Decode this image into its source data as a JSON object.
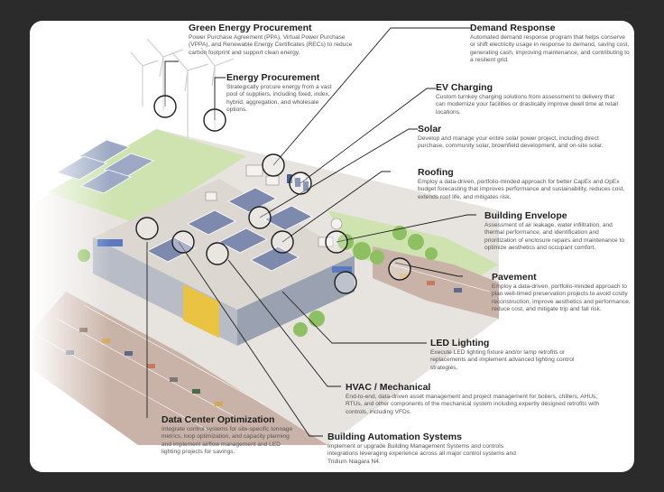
{
  "colors": {
    "page_bg": "#2b2b2b",
    "card_bg": "#ffffff",
    "title": "#1f1f1f",
    "body": "#555555",
    "accent_yellow": "#e9c341"
  },
  "callouts": {
    "green_energy": {
      "title": "Green Energy Procurement",
      "text": "Power Purchase Agreement (PPA), Virtual Power Purchase (VPPA), and Renewable Energy Certificates (RECs) to reduce carbon footprint and support clean energy."
    },
    "energy_procurement": {
      "title": "Energy Procurement",
      "text": "Strategically procure energy from a vast pool of suppliers, including fixed, index, hybrid, aggregation, and wholesale options."
    },
    "demand_response": {
      "title": "Demand Response",
      "text": "Automated demand response program that helps conserve or shift electricity usage in response to demand, saving cost, generating cash, improving maintenance, and contributing to a resilient grid."
    },
    "ev_charging": {
      "title": "EV Charging",
      "text": "Custom turnkey charging solutions from assessment to delivery that can modernize your facilities or drastically improve dwell time at retail locations."
    },
    "solar": {
      "title": "Solar",
      "text": "Develop and manage your entire solar power project, including direct purchase, community solar, brownfield development, and on-site solar."
    },
    "roofing": {
      "title": "Roofing",
      "text": "Employ a data-driven, portfolio-minded approach for better CapEx and OpEx budget forecasting that improves performance and sustainability, reduces cost, extends roof life, and mitigates risk."
    },
    "building_envelope": {
      "title": "Building Envelope",
      "text": "Assessment of air leakage, water infiltration, and thermal performance, and identification and prioritization of enclosure repairs and maintenance to optimize aesthetics and occupant comfort."
    },
    "pavement": {
      "title": "Pavement",
      "text": "Employ a data-driven, portfolio-minded approach to plan well-timed preservation projects to avoid costly reconstruction, improve aesthetics and performance, reduce cost, and mitigate trip and fall risk."
    },
    "led_lighting": {
      "title": "LED Lighting",
      "text": "Execute LED lighting fixture and/or lamp retrofits or replacements and implement advanced lighting control strategies."
    },
    "hvac": {
      "title": "HVAC / Mechanical",
      "text": "End-to-end, data-driven asset management and project management for boilers, chillers, AHUs, RTUs, and other components of the mechanical system including expertly designed retrofits with controls, including VFDs."
    },
    "data_center": {
      "title": "Data Center Optimization",
      "text": "Integrate control systems for site-specific tonnage metrics, loop optimization, and capacity planning and implement airflow management and LED lighting projects for savings."
    },
    "building_automation": {
      "title": "Building Automation Systems",
      "text": "Implement or upgrade Building Management Systems and controls integrations leveraging experience across all major control systems and Tridium Niagara N4."
    }
  }
}
